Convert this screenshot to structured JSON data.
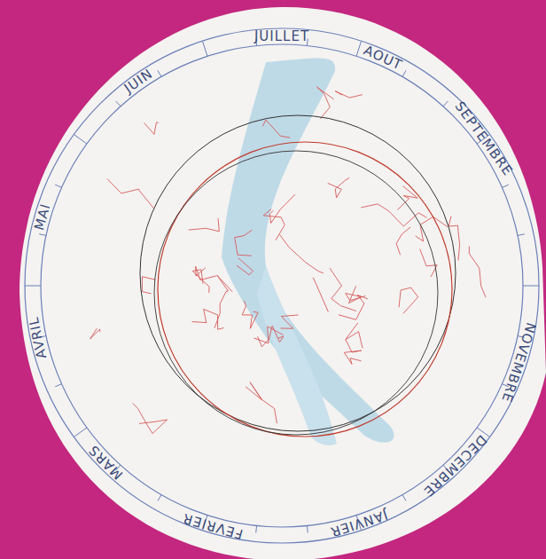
{
  "diagram": {
    "labels": [
      "JUILLET",
      "AOUT",
      "SEPTEMBRE",
      "NOVEMBRE",
      "DECEMBRE",
      "JANVIER",
      "FEVRIER",
      "MARS",
      "AVRIL",
      "MAI",
      "JUIN"
    ]
  }
}
